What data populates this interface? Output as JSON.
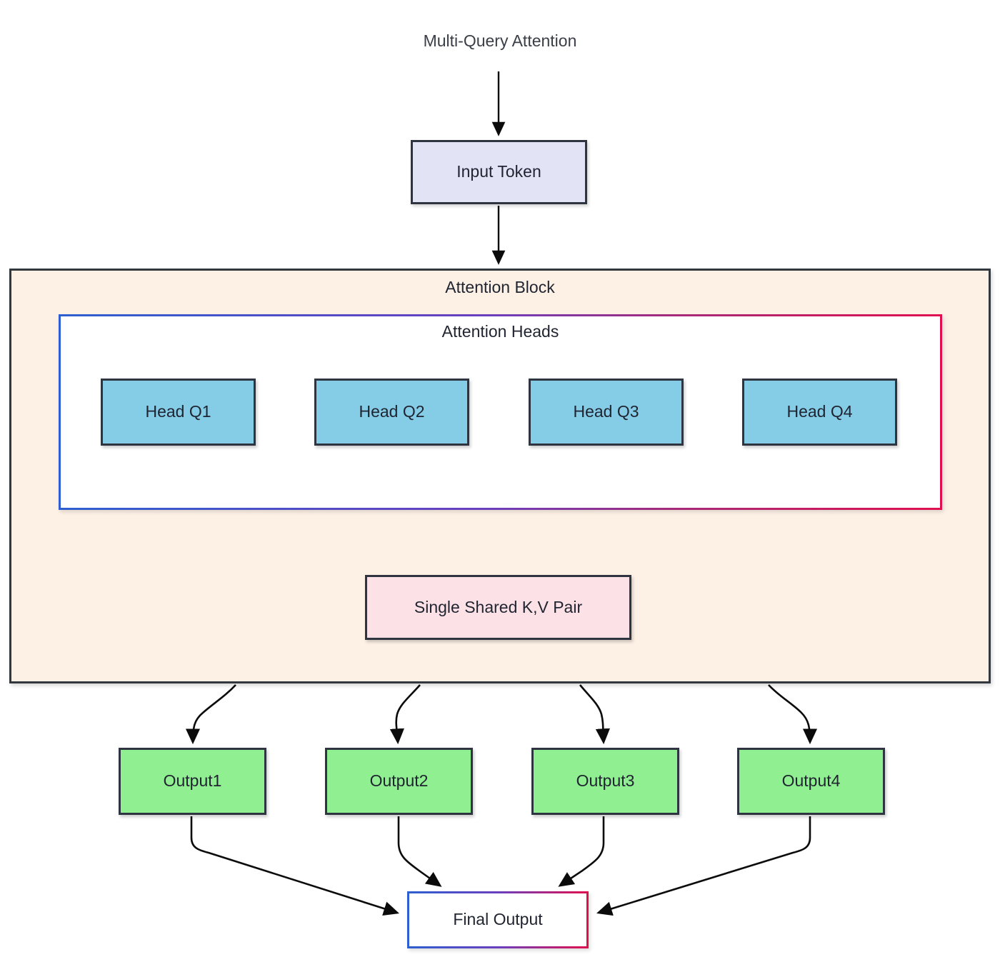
{
  "diagram": {
    "title": "Multi-Query Attention",
    "input_node": {
      "label": "Input Token"
    },
    "attention_block": {
      "label": "Attention Block",
      "heads_group": {
        "label": "Attention Heads",
        "heads": [
          {
            "label": "Head Q1"
          },
          {
            "label": "Head Q2"
          },
          {
            "label": "Head Q3"
          },
          {
            "label": "Head Q4"
          }
        ]
      },
      "shared_kv": {
        "label": "Single Shared K,V Pair"
      }
    },
    "outputs": [
      {
        "label": "Output1"
      },
      {
        "label": "Output2"
      },
      {
        "label": "Output3"
      },
      {
        "label": "Output4"
      }
    ],
    "final_output": {
      "label": "Final Output"
    }
  },
  "colors": {
    "canvas_background": "#ffffff",
    "title_text": "#3a3f47",
    "node_text": "#1f2430",
    "input_token_fill": "#e3e3f6",
    "attention_block_fill": "#fdf1e6",
    "attention_block_border": "#33383f",
    "attention_heads_fill": "#ffffff",
    "attention_heads_border_start": "#2d5fd0",
    "attention_heads_border_end": "#e01050",
    "head_fill": "#85cce7",
    "shared_kv_fill": "#fce2e6",
    "output_fill": "#90ef90",
    "final_output_fill": "#ffffff",
    "node_border": "#2e3440",
    "edge_stroke": "#0b0b0b"
  }
}
